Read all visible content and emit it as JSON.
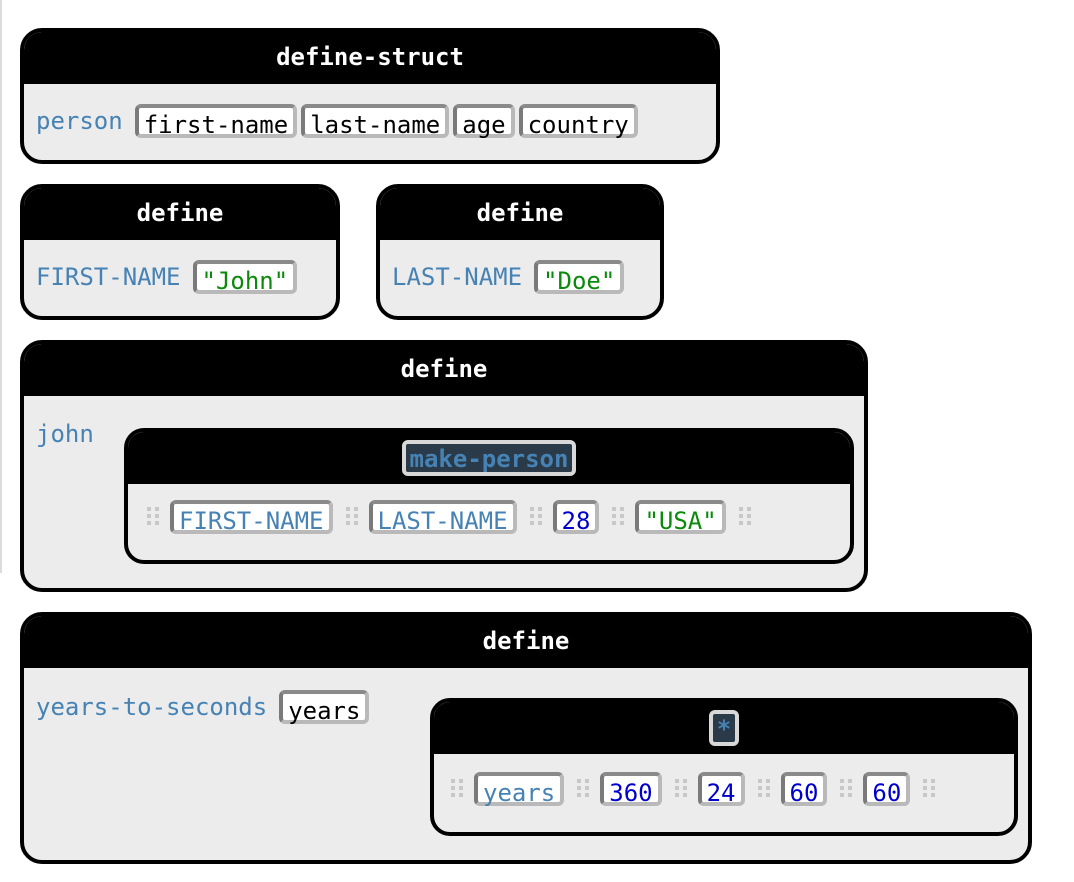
{
  "blocks": {
    "struct": {
      "keyword": "define-struct",
      "name": "person",
      "fields": [
        "first-name",
        "last-name",
        "age",
        "country"
      ]
    },
    "first": {
      "keyword": "define",
      "name": "FIRST-NAME",
      "value": "\"John\""
    },
    "last": {
      "keyword": "define",
      "name": "LAST-NAME",
      "value": "\"Doe\""
    },
    "john": {
      "keyword": "define",
      "name": "john",
      "call": {
        "function": "make-person",
        "args": [
          "FIRST-NAME",
          "LAST-NAME",
          "28",
          "\"USA\""
        ]
      }
    },
    "yts": {
      "keyword": "define",
      "name": "years-to-seconds",
      "param": "years",
      "call": {
        "function": "*",
        "args": [
          "years",
          "360",
          "24",
          "60",
          "60"
        ]
      }
    }
  },
  "colors": {
    "identifier": "#4682b4",
    "string": "#0a8a0a",
    "number": "#0000cc",
    "block_bg": "#ececec",
    "header_bg": "#000000"
  }
}
